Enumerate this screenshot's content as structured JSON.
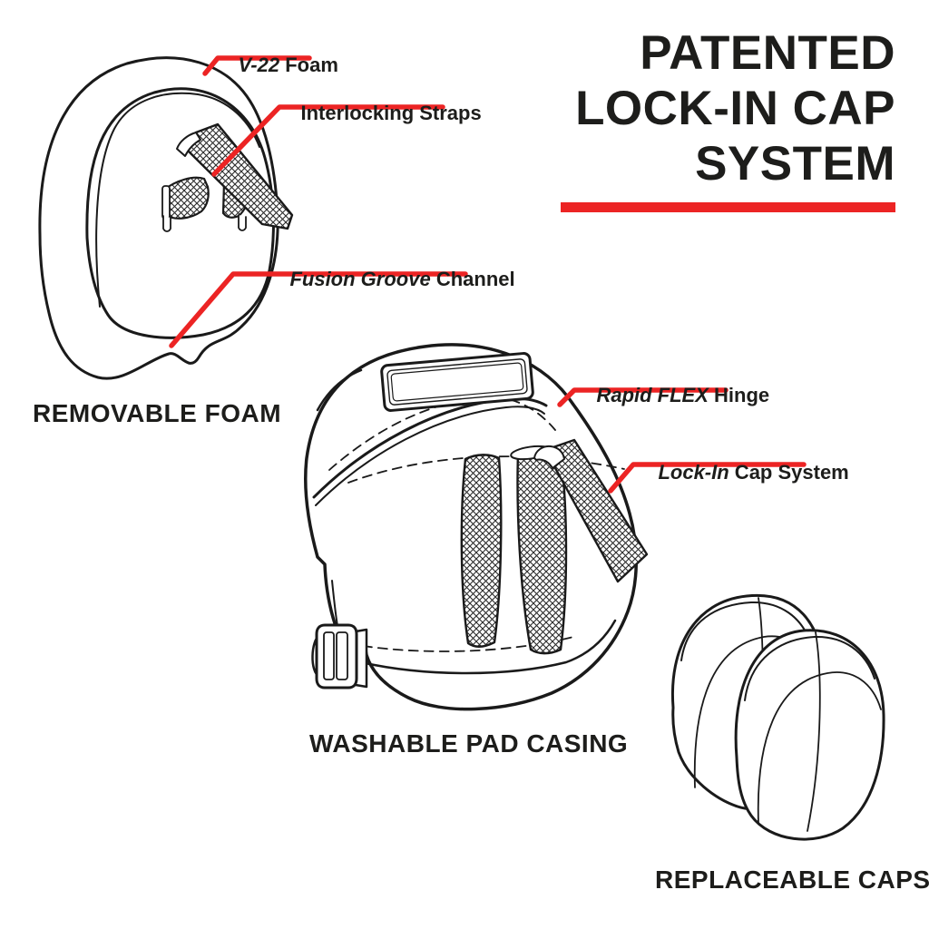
{
  "title": {
    "line1": "PATENTED",
    "line2": "LOCK-IN CAP",
    "line3": "SYSTEM"
  },
  "callouts": {
    "v22_foam": {
      "em": "V-22",
      "rest": " Foam"
    },
    "interlocking_straps": {
      "em": "",
      "rest": "Interlocking Straps"
    },
    "fusion_groove": {
      "em": "Fusion Groove",
      "rest": " Channel"
    },
    "rapid_flex": {
      "em": "Rapid FLEX",
      "rest": " Hinge"
    },
    "lock_in": {
      "em": "Lock-In",
      "rest": " Cap System"
    }
  },
  "captions": {
    "removable_foam": "REMOVABLE FOAM",
    "washable_pad_casing": "WASHABLE PAD CASING",
    "replaceable_caps": "REPLACEABLE CAPS"
  },
  "colors": {
    "accent_red": "#EC2424",
    "ink": "#1D1D1B",
    "line_art": "#1A1A1A"
  }
}
